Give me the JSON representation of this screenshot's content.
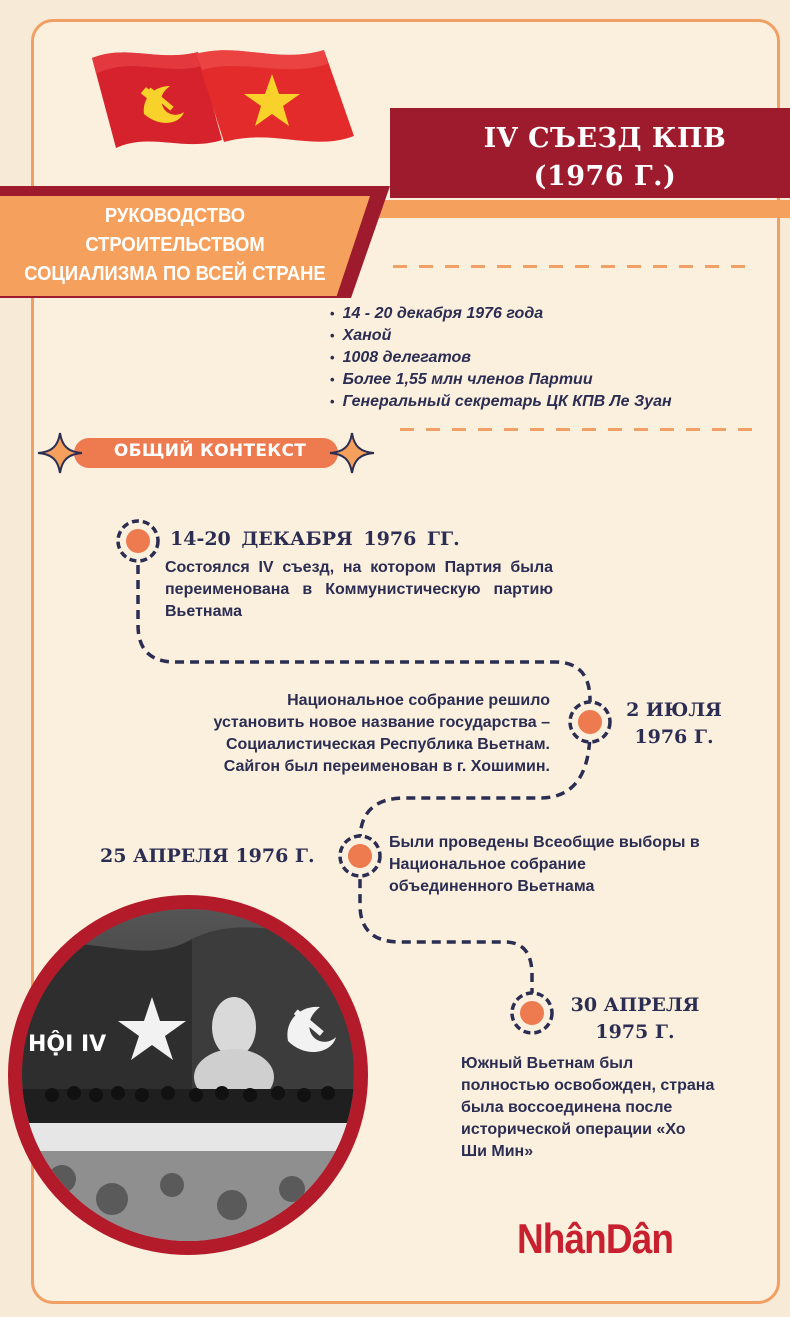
{
  "header": {
    "title_line1": "IV СЪЕЗД КПВ",
    "title_line2": "(1976 Г.)",
    "subtitle_line1": "РУКОВОДСТВО",
    "subtitle_line2": "СТРОИТЕЛЬСТВОМ",
    "subtitle_line3": "СОЦИАЛИЗМА ПО ВСЕЙ СТРАНЕ"
  },
  "facts": [
    "14 - 20 декабря 1976 года",
    "Ханой",
    "1008 делегатов",
    "Более 1,55 млн членов Партии",
    "Генеральный секретарь ЦК КПВ Ле Зуан"
  ],
  "context_label": "ОБЩИЙ КОНТЕКСТ",
  "timeline": [
    {
      "date": "14-20 ДЕКАБРЯ 1976 ГГ.",
      "text": "Состоялся IV съезд, на котором Партия была переименована в Коммунистическую партию Вьетнама"
    },
    {
      "date_line1": "2 ИЮЛЯ",
      "date_line2": "1976 Г.",
      "text_line1": "Национальное собрание решило",
      "text_line2": "установить новое название государства –",
      "text_line3": "Социалистическая Республика Вьетнам.",
      "text_line4": "Сайгон был переименован в г. Хошимин."
    },
    {
      "date": "25 АПРЕЛЯ 1976 Г.",
      "text_line1": "Были проведены Всеобщие выборы в",
      "text_line2": "Национальное собрание",
      "text_line3": "объединенного Вьетнама"
    },
    {
      "date_line1": "30 АПРЕЛЯ",
      "date_line2": "1975 Г.",
      "text_line1": "Южный Вьетнам был",
      "text_line2": "полностью освобожден, страна",
      "text_line3": "была воссоединена после",
      "text_line4": "исторической операции «Хо",
      "text_line5": "Ши Мин»"
    }
  ],
  "photo": {
    "banner_text": "HỘI IV"
  },
  "logo": "NhânDân",
  "colors": {
    "background": "#f7ead7",
    "frame": "#f0a064",
    "crimson": "#9d1b2c",
    "orange": "#f5a15d",
    "navy": "#2b2d52",
    "dot": "#ee7a4f"
  }
}
